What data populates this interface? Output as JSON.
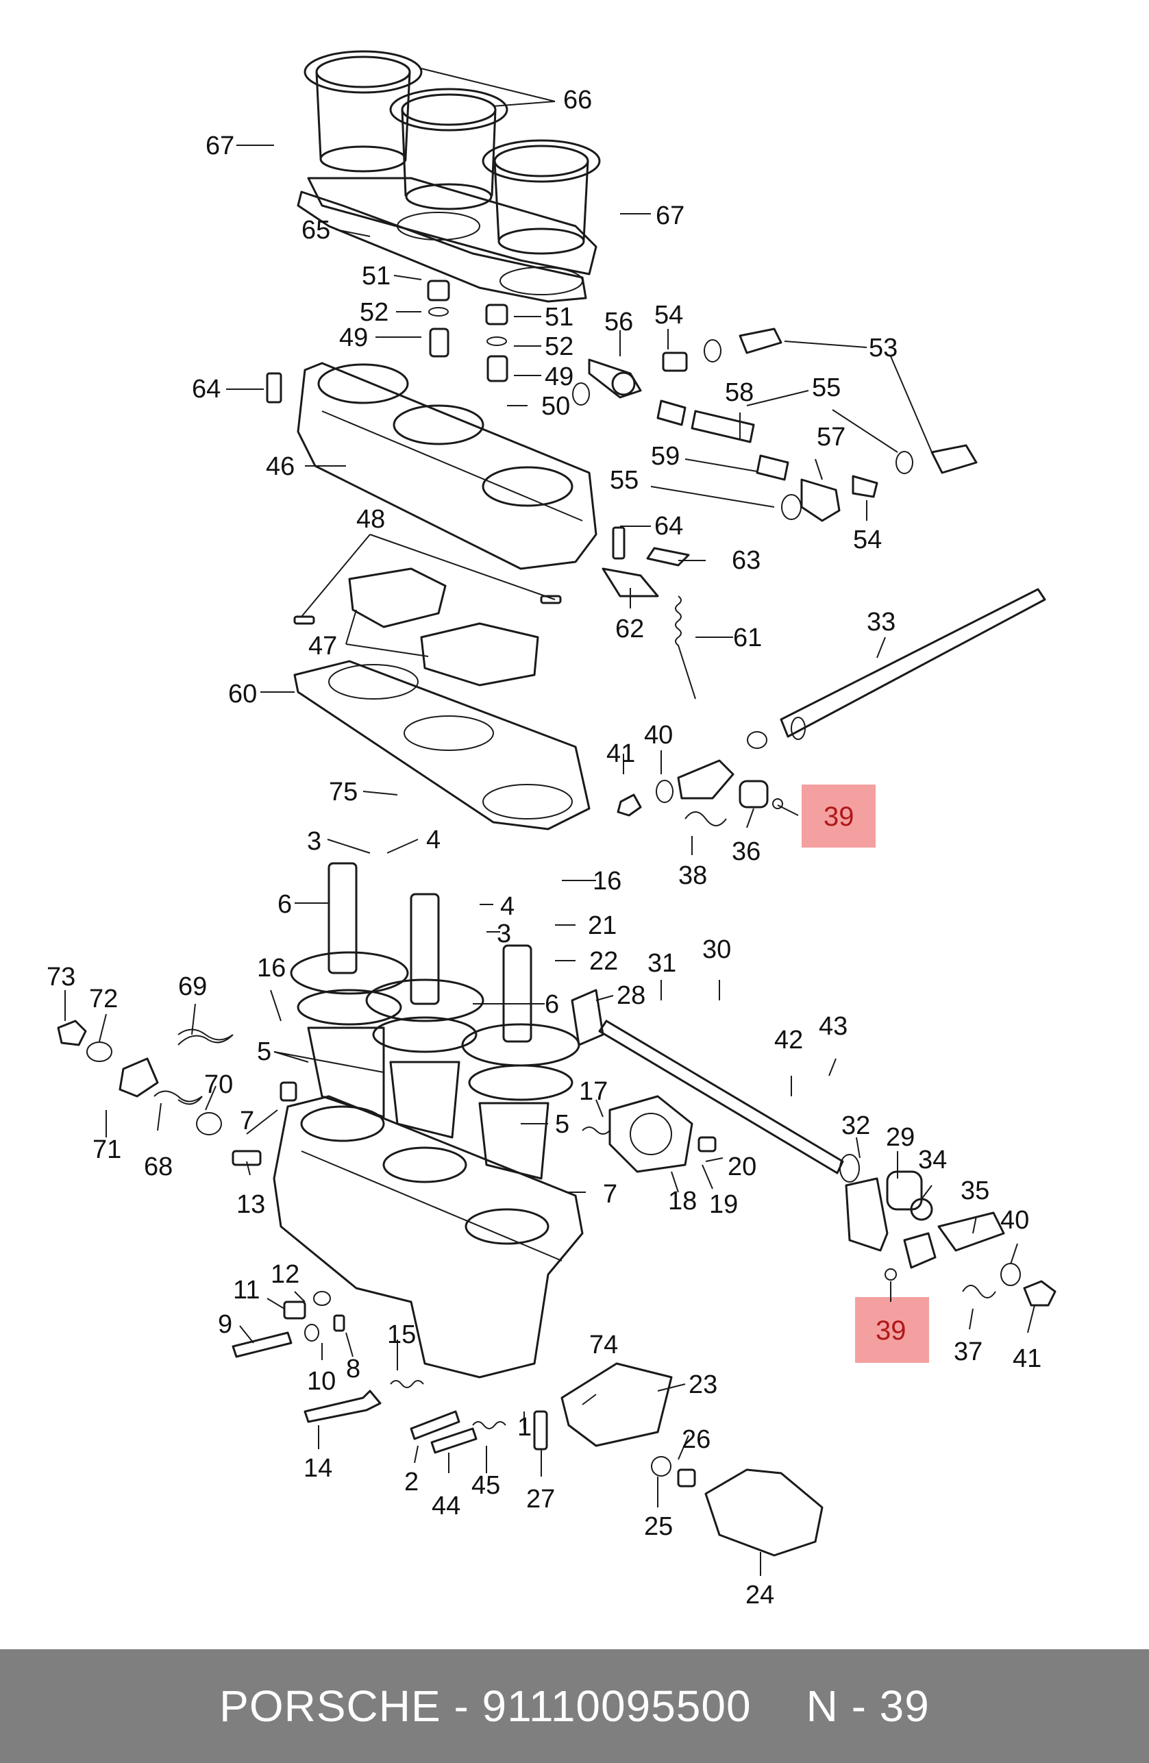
{
  "footer": {
    "brand": "PORSCHE",
    "separator": "-",
    "part_number": "91110095500",
    "ref_prefix": "N",
    "ref_separator": "-",
    "ref_number": "39"
  },
  "highlight": {
    "label": "39",
    "color": "#f08080"
  },
  "labels": {
    "l66": "66",
    "l67a": "67",
    "l67b": "67",
    "l65": "65",
    "l51a": "51",
    "l52a": "52",
    "l49a": "49",
    "l51b": "51",
    "l52b": "52",
    "l49b": "49",
    "l50": "50",
    "l64a": "64",
    "l46": "46",
    "l56": "56",
    "l54a": "54",
    "l53": "53",
    "l55a": "55",
    "l58": "58",
    "l59": "59",
    "l57": "57",
    "l55b": "55",
    "l54b": "54",
    "l48": "48",
    "l64b": "64",
    "l63": "63",
    "l62": "62",
    "l61": "61",
    "l33": "33",
    "l47": "47",
    "l60": "60",
    "l40a": "40",
    "l41a": "41",
    "l39a": "39",
    "l36": "36",
    "l38": "38",
    "l75": "75",
    "l3a": "3",
    "l4a": "4",
    "l16a": "16",
    "l6a": "6",
    "l4b": "4",
    "l3b": "3",
    "l21": "21",
    "l22": "22",
    "l31": "31",
    "l30": "30",
    "l28": "28",
    "l6b": "6",
    "l73": "73",
    "l72": "72",
    "l69": "69",
    "l16b": "16",
    "l5a": "5",
    "l70": "70",
    "l7a": "7",
    "l71": "71",
    "l68": "68",
    "l17": "17",
    "l42": "42",
    "l43": "43",
    "l5b": "5",
    "l32": "32",
    "l29": "29",
    "l34": "34",
    "l35": "35",
    "l20": "20",
    "l19": "19",
    "l18": "18",
    "l7b": "7",
    "l13": "13",
    "l40b": "40",
    "l11": "11",
    "l12": "12",
    "l39b": "39",
    "l37": "37",
    "l41b": "41",
    "l9": "9",
    "l15": "15",
    "l10": "10",
    "l8": "8",
    "l74": "74",
    "l23": "23",
    "l1": "1",
    "l26": "26",
    "l14": "14",
    "l2": "2",
    "l44": "44",
    "l45": "45",
    "l27": "27",
    "l25": "25",
    "l24": "24"
  }
}
